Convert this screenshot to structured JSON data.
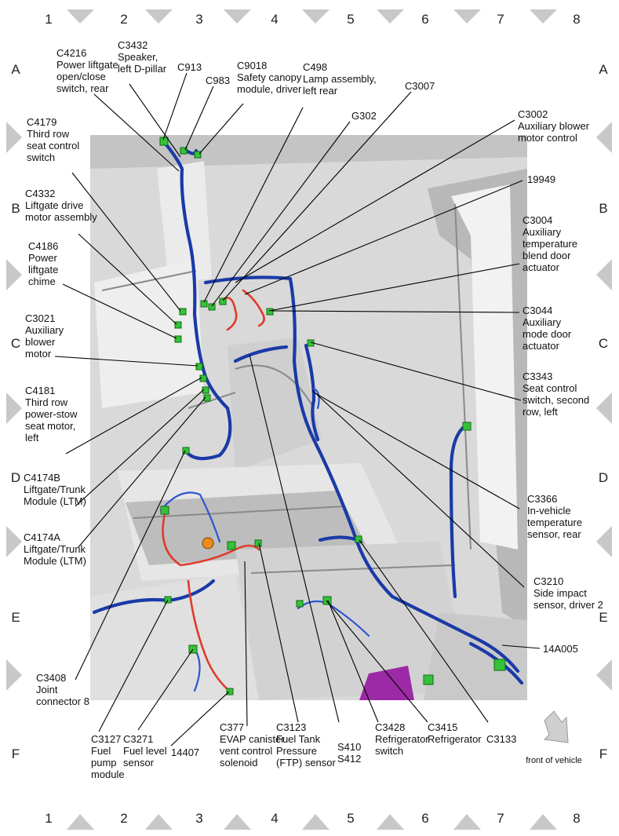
{
  "grid": {
    "columns": [
      "1",
      "2",
      "3",
      "4",
      "5",
      "6",
      "7",
      "8"
    ],
    "rows": [
      "A",
      "B",
      "C",
      "D",
      "E",
      "F"
    ]
  },
  "labels": {
    "c4216": [
      "C4216",
      "Power liftgate",
      "open/close",
      "switch, rear"
    ],
    "c3432": [
      "C3432",
      "Speaker,",
      "left D-pillar"
    ],
    "c913": [
      "C913"
    ],
    "c983": [
      "C983"
    ],
    "c9018": [
      "C9018",
      "Safety canopy",
      "module, driver"
    ],
    "c498": [
      "C498",
      "Lamp assembly,",
      "left rear"
    ],
    "c3007": [
      "C3007"
    ],
    "g302": [
      "G302"
    ],
    "c3002": [
      "C3002",
      "Auxiliary blower",
      "motor control"
    ],
    "c4179": [
      "C4179",
      "Third row",
      "seat control",
      "switch"
    ],
    "n19949": [
      "19949"
    ],
    "c4332": [
      "C4332",
      "Liftgate drive",
      "motor assembly"
    ],
    "c3004": [
      "C3004",
      "Auxiliary",
      "temperature",
      "blend door",
      "actuator"
    ],
    "c4186": [
      "C4186",
      "Power",
      "liftgate",
      "chime"
    ],
    "c3044": [
      "C3044",
      "Auxiliary",
      "mode door",
      "actuator"
    ],
    "c3021": [
      "C3021",
      "Auxiliary",
      "blower",
      "motor"
    ],
    "c3343": [
      "C3343",
      "Seat control",
      "switch, second",
      "row, left"
    ],
    "c4181": [
      "C4181",
      "Third row",
      "power-stow",
      "seat motor,",
      "left"
    ],
    "c4174b": [
      "C4174B",
      "Liftgate/Trunk",
      "Module (LTM)"
    ],
    "c3366": [
      "C3366",
      "In-vehicle",
      "temperature",
      "sensor, rear"
    ],
    "c4174a": [
      "C4174A",
      "Liftgate/Trunk",
      "Module (LTM)"
    ],
    "c3210": [
      "C3210",
      "Side impact",
      "sensor, driver 2"
    ],
    "n14a005": [
      "14A005"
    ],
    "c3408": [
      "C3408",
      "Joint",
      "connector 8"
    ],
    "c3127": [
      "C3127",
      "Fuel",
      "pump",
      "module"
    ],
    "c3271": [
      "C3271",
      "Fuel level",
      "sensor"
    ],
    "n14407": [
      "14407"
    ],
    "c377": [
      "C377",
      "EVAP canister",
      "vent control",
      "solenoid"
    ],
    "c3123": [
      "C3123",
      "Fuel Tank",
      "Pressure",
      "(FTP) sensor"
    ],
    "s410": [
      "S410",
      "S412"
    ],
    "c3428": [
      "C3428",
      "Refrigerator",
      "switch"
    ],
    "c3415": [
      "C3415",
      "Refrigerator"
    ],
    "c3133": [
      "C3133"
    ]
  },
  "front_of_vehicle": "front of vehicle",
  "colors": {
    "harness_main": "#1a3aa8",
    "harness_secondary": "#2e55d0",
    "harness_fuel": "#e03a2a",
    "connector": "#36c23a",
    "module_purple": "#9c2aa6",
    "body": "#d9d9d9"
  }
}
